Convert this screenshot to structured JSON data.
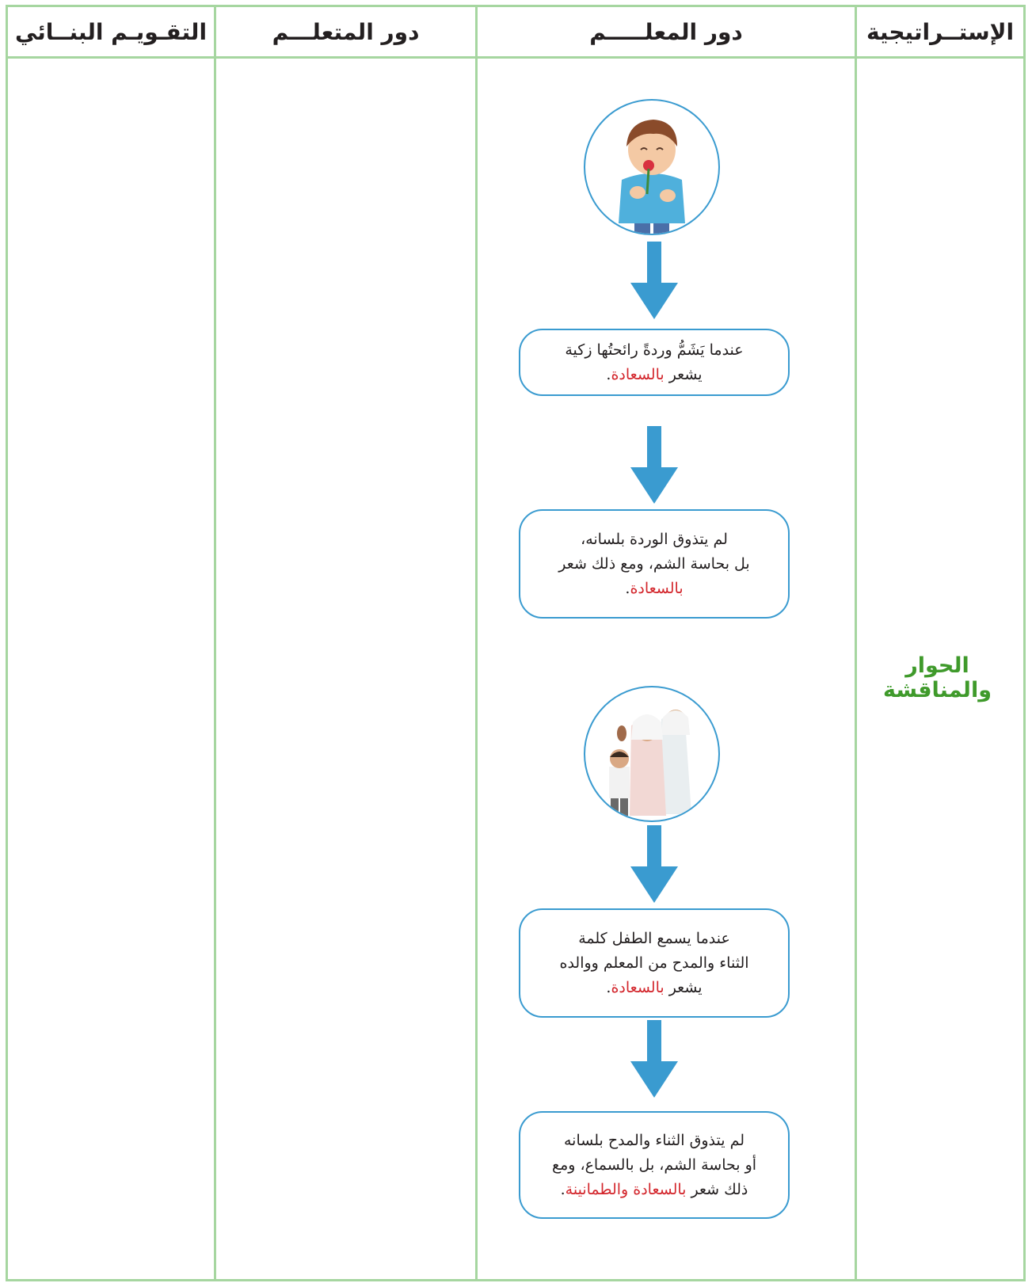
{
  "table": {
    "headers": {
      "strategy": "الإستــراتيجية",
      "teacher_role": "دور المعلـــــم",
      "learner_role": "دور المتعلـــم",
      "assessment": "التقـويـم البنــائي"
    },
    "strategy_value": "الحوار والمناقشة"
  },
  "flow": {
    "step1": {
      "line1": "عندما يَشَمُّ وردةً رائحتُها زكية",
      "line2_prefix": "يشعر ",
      "line2_highlight": "بالسعادة",
      "line2_suffix": "."
    },
    "step2": {
      "line1": "لم يتذوق الوردة بلسانه،",
      "line2": "بل بحاسة الشم، ومع ذلك شعر",
      "line3_highlight": "بالسعادة",
      "line3_suffix": "."
    },
    "step3": {
      "line1": "عندما يسمع الطفل كلمة",
      "line2": "الثناء والمدح من المعلم ووالده",
      "line3_prefix": "يشعر ",
      "line3_highlight": "بالسعادة",
      "line3_suffix": "."
    },
    "step4": {
      "line1": "لم يتذوق الثناء والمدح بلسانه",
      "line2": "أو بحاسة الشم، بل بالسماع، ومع",
      "line3_prefix": "ذلك شعر ",
      "line3_highlight": "بالسعادة والطمانينة",
      "line3_suffix": "."
    }
  },
  "colors": {
    "table_border": "#a6d6a0",
    "strategy_text": "#3f9a2b",
    "flow_blue": "#3a9bd0",
    "highlight_red": "#d3262c"
  },
  "icons": {
    "picture1": "boy-smelling-flower-illustration",
    "picture2": "boy-with-father-and-teacher-illustration",
    "arrow": "down-arrow-icon"
  }
}
